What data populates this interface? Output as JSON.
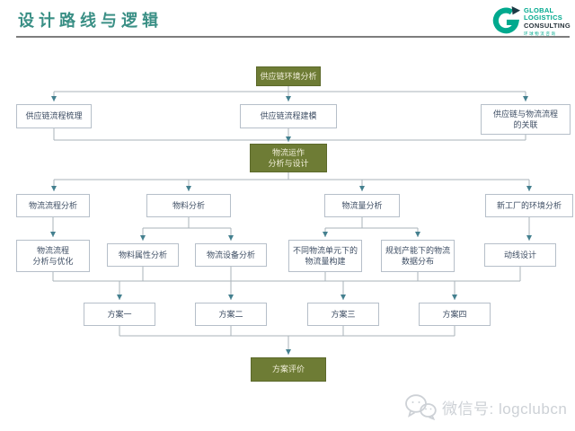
{
  "header": {
    "title": "设计路线与逻辑",
    "logo": {
      "word1": "GLOBAL",
      "word2": "LOGISTICS",
      "word3": "CONSULTING",
      "tagline": "环球物流咨询"
    }
  },
  "colors": {
    "title_teal": "#3a8f85",
    "olive_box": "#6e7c35",
    "logo_green": "#00a98e",
    "connector_gray": "#aab3ba",
    "arrowhead_teal": "#44808f",
    "box_border": "#b6bfc9",
    "box_text": "#3d4d63",
    "watermark_gray": "#cdd1d6"
  },
  "flowchart": {
    "nodes": {
      "env_analysis": "供应链环境分析",
      "process_sorting": "供应链流程梳理",
      "process_modeling": "供应链流程建模",
      "sc_logistics_relation": "供应链与物流流程\n的关联",
      "operation_design": "物流运作\n分析与设计",
      "flow_analysis": "物流流程分析",
      "material_analysis": "物料分析",
      "volume_analysis": "物流量分析",
      "factory_env": "新工厂的环境分析",
      "flow_optimize": "物流流程\n分析与优化",
      "material_attr": "物料属性分析",
      "equipment": "物流设备分析",
      "unit_volume": "不同物流单元下的\n物流量构建",
      "capacity_data": "规划产能下的物流\n数据分布",
      "moving_line": "动线设计",
      "plan1": "方案一",
      "plan2": "方案二",
      "plan3": "方案三",
      "plan4": "方案四",
      "evaluation": "方案评价"
    }
  },
  "watermark": {
    "text": "微信号: logclubcn"
  }
}
